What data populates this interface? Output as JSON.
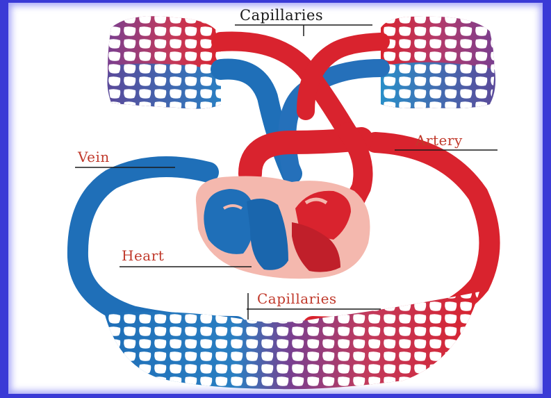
{
  "labels": {
    "capillaries_top": "Capillaries",
    "artery": "Artery",
    "vein": "Vein",
    "heart": "Heart",
    "capillaries_bottom": "Capillaries"
  },
  "colors": {
    "frame": "#3a3ad6",
    "artery_red": "#d9232e",
    "vein_blue": "#1f6fb8",
    "capillary_purple": "#8a3a8a",
    "heart_pink": "#f4b8ae",
    "label_red": "#c0392b",
    "label_black": "#1a1a1a"
  }
}
